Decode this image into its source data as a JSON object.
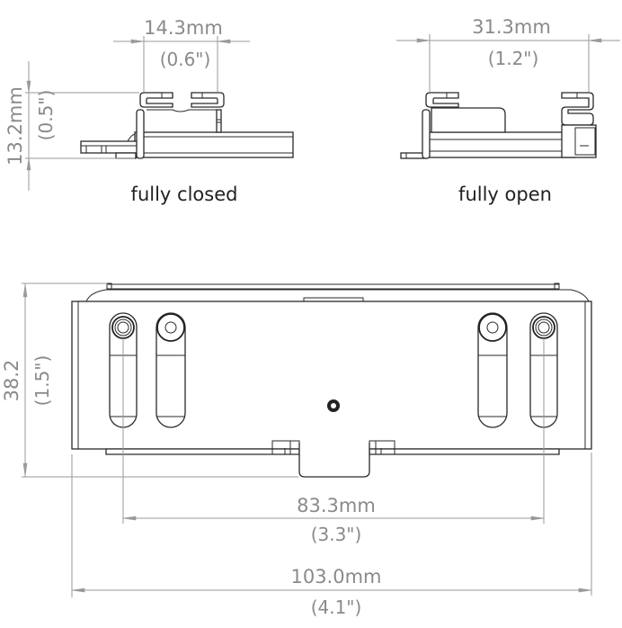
{
  "views": {
    "closed": {
      "caption": "fully closed",
      "width_dim": {
        "mm": "14.3mm",
        "inch": "(0.6\")"
      },
      "height_dim": {
        "mm": "13.2mm",
        "inch": "(0.5\")"
      }
    },
    "open": {
      "caption": "fully open",
      "width_dim": {
        "mm": "31.3mm",
        "inch": "(1.2\")"
      }
    },
    "front": {
      "height_dim": {
        "mm": "38.2",
        "inch": "(1.5\")"
      },
      "hole_spacing_dim": {
        "mm": "83.3mm",
        "inch": "(3.3\")"
      },
      "overall_width_dim": {
        "mm": "103.0mm",
        "inch": "(4.1\")"
      }
    }
  },
  "colors": {
    "line": "#2a2a2a",
    "dimension": "#9a9a9a",
    "dimension_text": "#8a8a8a",
    "background": "#ffffff"
  }
}
